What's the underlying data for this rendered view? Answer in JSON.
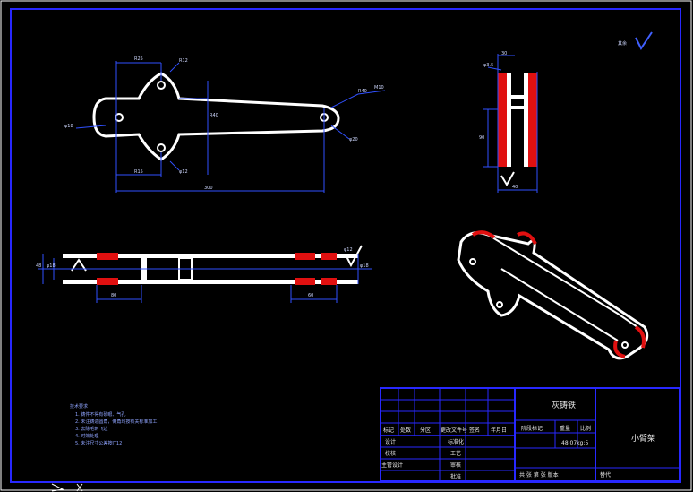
{
  "drawing": {
    "title_block": {
      "material_name": "灰铸铁",
      "part_name": "小臂架",
      "mass_text": "48.07kg:5",
      "header_labels": [
        "标记",
        "处数",
        "分区",
        "更改文件号",
        "签名",
        "年月日"
      ],
      "stage_labels": [
        "阶段标记",
        "重量",
        "比例"
      ],
      "left_rows": [
        "设计",
        "校核",
        "主管设计"
      ],
      "mid_rows": [
        "标准化",
        "工艺",
        "审核",
        "批准"
      ],
      "bottom_left": "共 张 第 张 版本",
      "bottom_right": "替代"
    },
    "roughness_symbol": "其余",
    "tech_notes": {
      "title": "技术要求",
      "lines": [
        "1. 铸件不得有砂眼、气孔",
        "2. 未注铸造圆角，倒角均按有关标准加工",
        "3. 去除毛刺飞边",
        "4. 时效处理",
        "5. 未注尺寸公差按IT12"
      ]
    },
    "dimensions": {
      "top_view": [
        "φ18",
        "R25",
        "R15",
        "R40",
        "φ20",
        "R12",
        "φ12",
        "R40",
        "M10",
        "300"
      ],
      "side_view": [
        "φ3.5",
        "90",
        "30",
        "40"
      ],
      "front_view": [
        "80",
        "60",
        "48",
        "φ18",
        "φ18",
        "φ12"
      ]
    }
  }
}
